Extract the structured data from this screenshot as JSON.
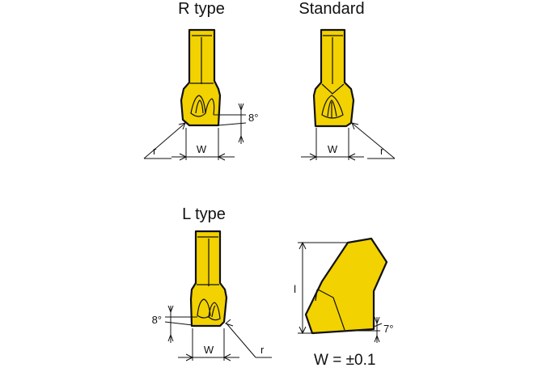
{
  "titles": {
    "r_type": "R type",
    "standard": "Standard",
    "l_type": "L type"
  },
  "labels": {
    "w": "W",
    "r": "r",
    "l": "l",
    "angle_8": "8°",
    "angle_7": "7°",
    "tolerance": "W = ±0.1"
  },
  "colors": {
    "insert_fill": "#f2d200",
    "line": "#111111",
    "background": "#ffffff"
  }
}
